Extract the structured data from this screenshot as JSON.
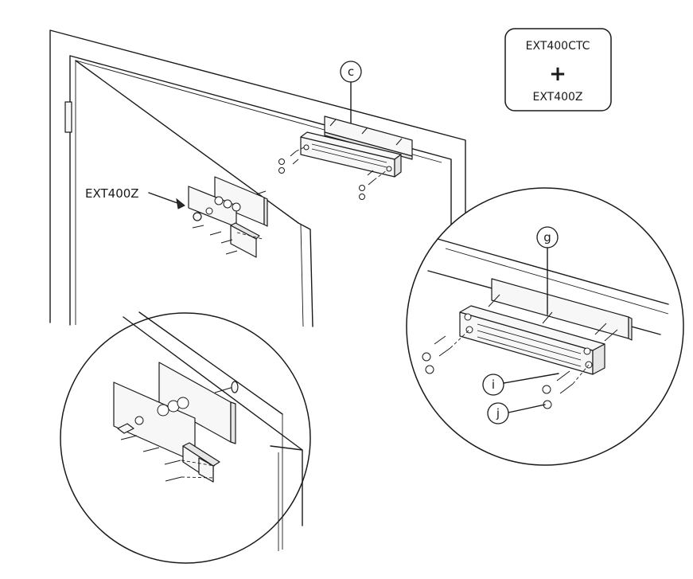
{
  "product_box": {
    "line1": "EXT400CTC",
    "plus": "+",
    "line2": "EXT400Z"
  },
  "callouts": {
    "bracket_label": "EXT400Z",
    "c": "c",
    "g": "g",
    "i": "i",
    "j": "j"
  }
}
